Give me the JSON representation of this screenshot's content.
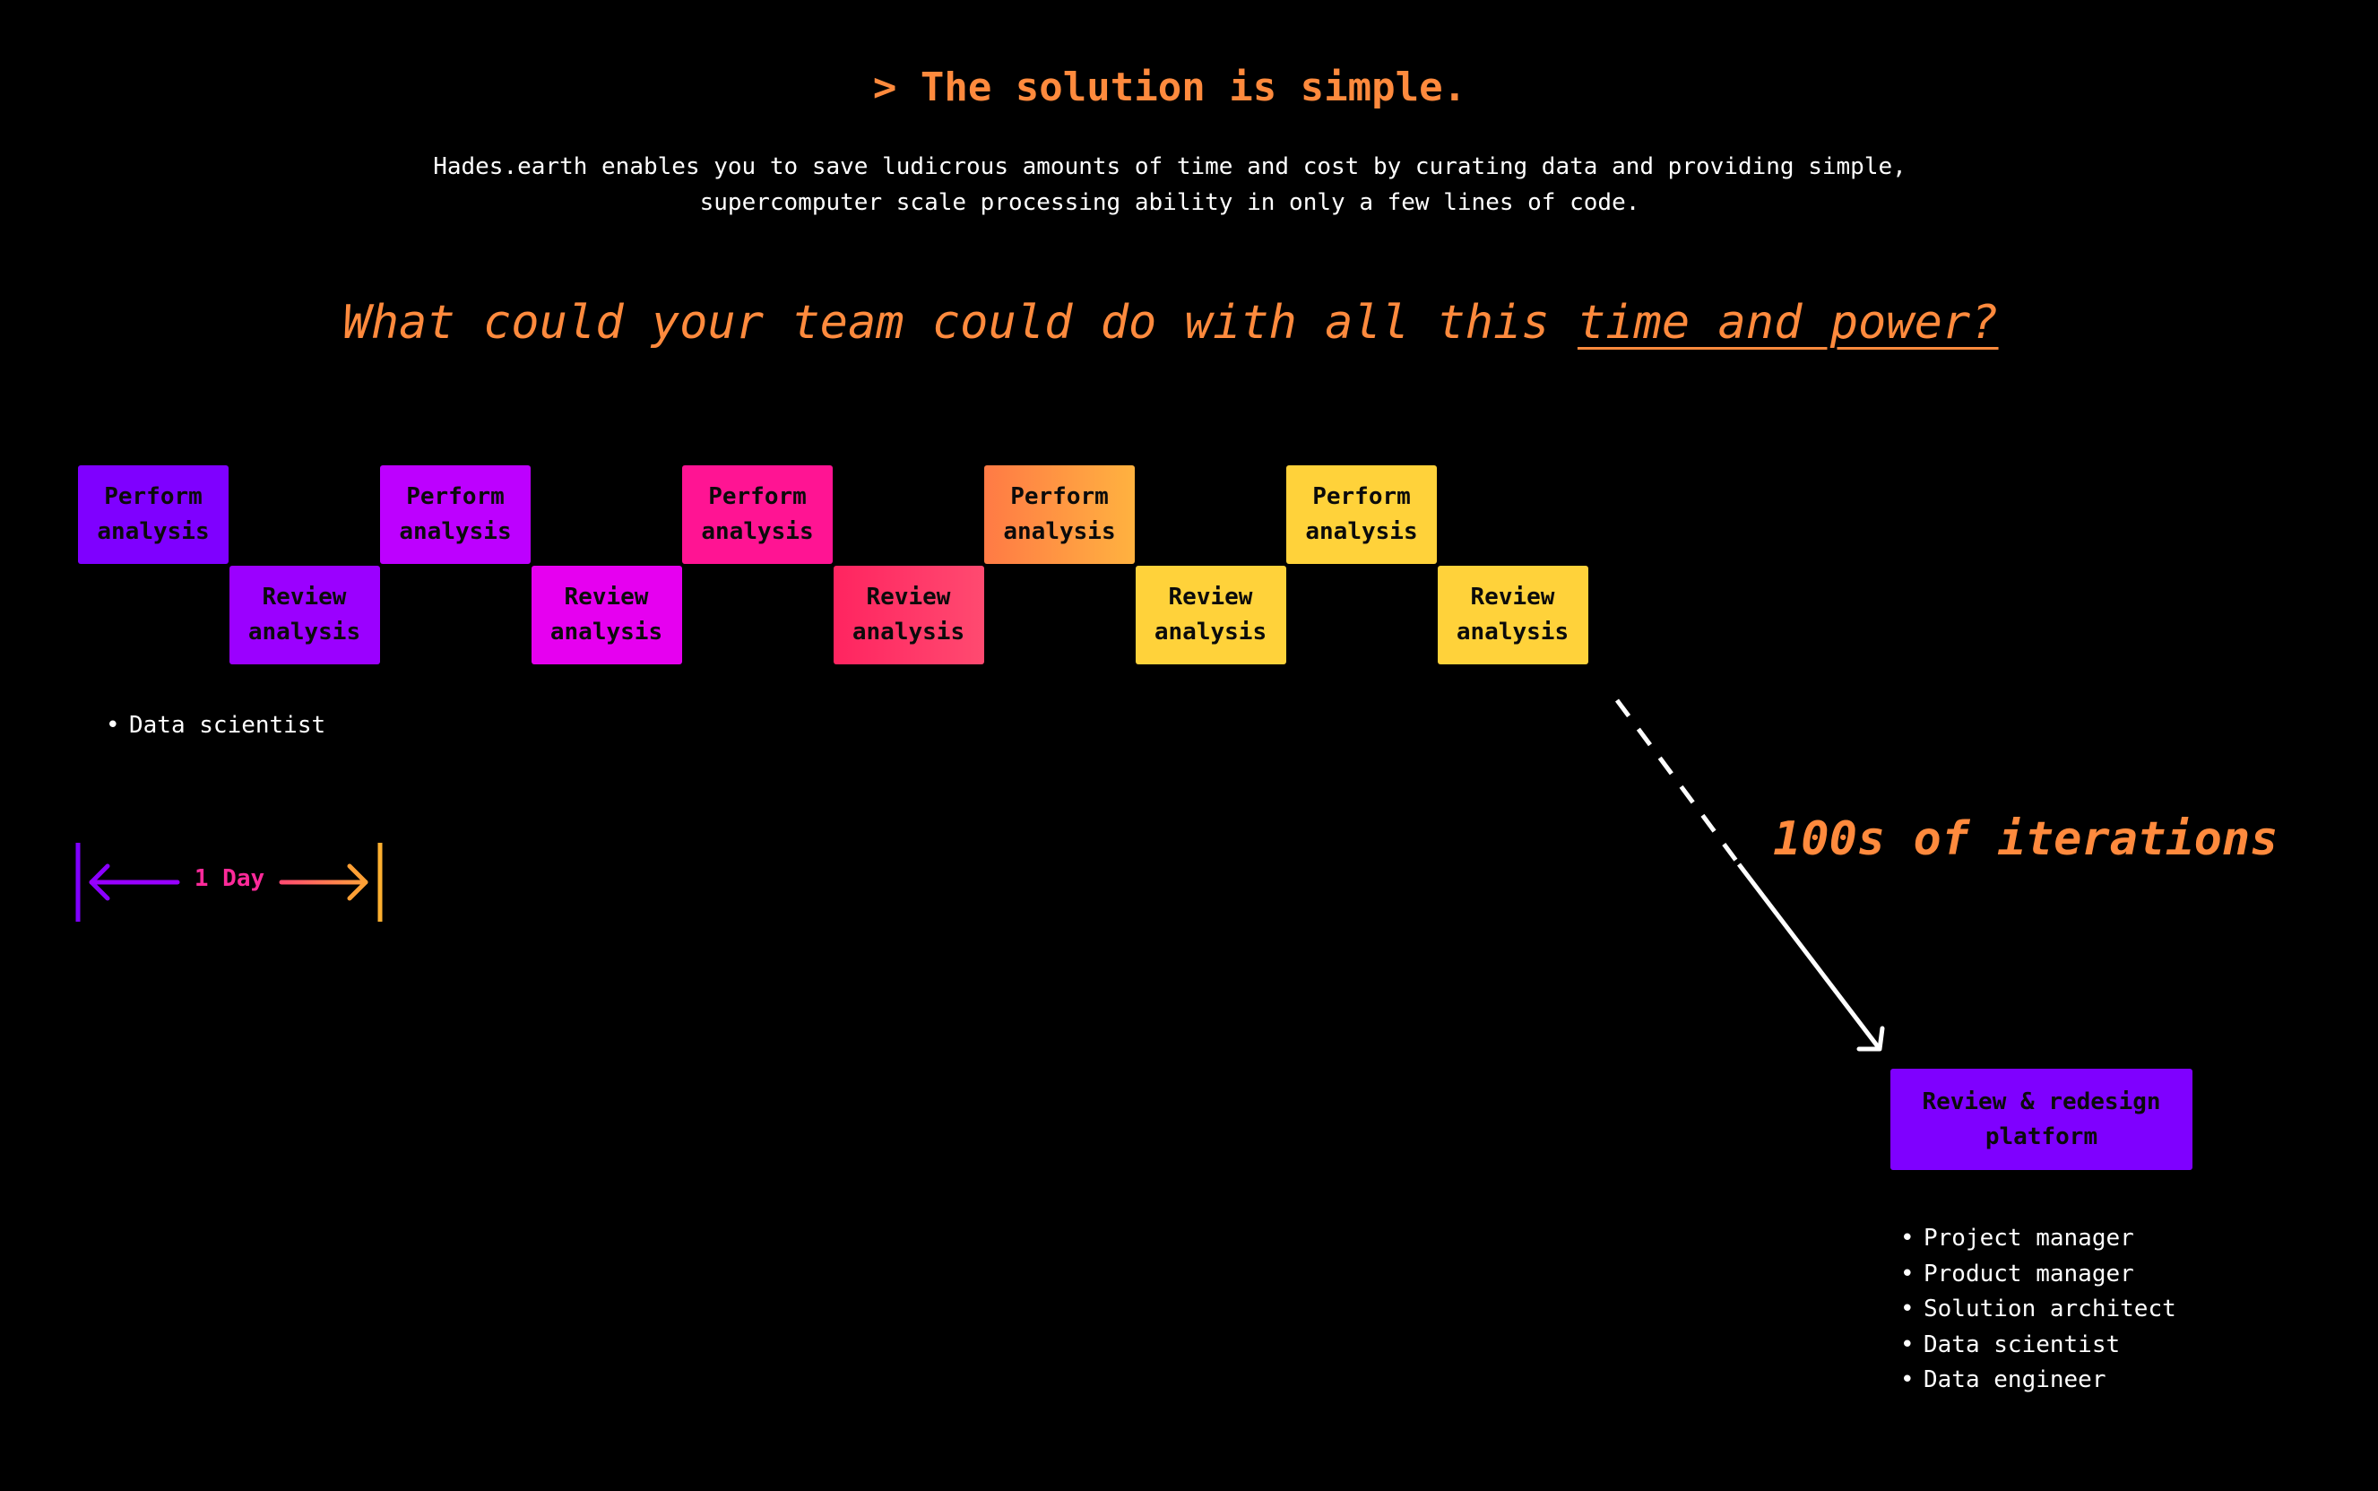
{
  "headline": "> The solution is simple.",
  "intro": "Hades.earth enables you to save ludicrous amounts of time and cost by curating data and providing simple, supercomputer scale processing ability in only a few lines of code.",
  "question": {
    "prefix": "What could your team could do with all this ",
    "emphasis": "time and power?"
  },
  "steps": [
    {
      "label": "Perform analysis",
      "color": "#7f00ff"
    },
    {
      "label": "Review analysis",
      "color": "#9b00ff"
    },
    {
      "label": "Perform analysis",
      "color": "#bd00ff"
    },
    {
      "label": "Review analysis",
      "color": "#e600f0"
    },
    {
      "label": "Perform analysis",
      "color": "#ff1493"
    },
    {
      "label": "Review analysis",
      "color": "#ff2f6e"
    },
    {
      "label": "Perform analysis",
      "color": "#ff8840"
    },
    {
      "label": "Review analysis",
      "color": "#ffd23a"
    },
    {
      "label": "Perform analysis",
      "color": "#ffd23a"
    },
    {
      "label": "Review analysis",
      "color": "#ffd23a"
    }
  ],
  "step_gradients": {
    "6": [
      "#ff7a45",
      "#ffb240"
    ],
    "5": [
      "#ff2460",
      "#ff4a70"
    ]
  },
  "left_roles": [
    "Data scientist"
  ],
  "timescale": {
    "label": "1 Day",
    "color_start": "#7f00ff",
    "color_mid": "#ff1493",
    "color_end": "#ffb030"
  },
  "iterations_label": "100s of iterations",
  "final_step": {
    "label": "Review & redesign platform",
    "color": "#7f00ff"
  },
  "right_roles": [
    "Project manager",
    "Product manager",
    "Solution architect",
    "Data scientist",
    "Data engineer"
  ],
  "accent_color": "#ff8a3d"
}
